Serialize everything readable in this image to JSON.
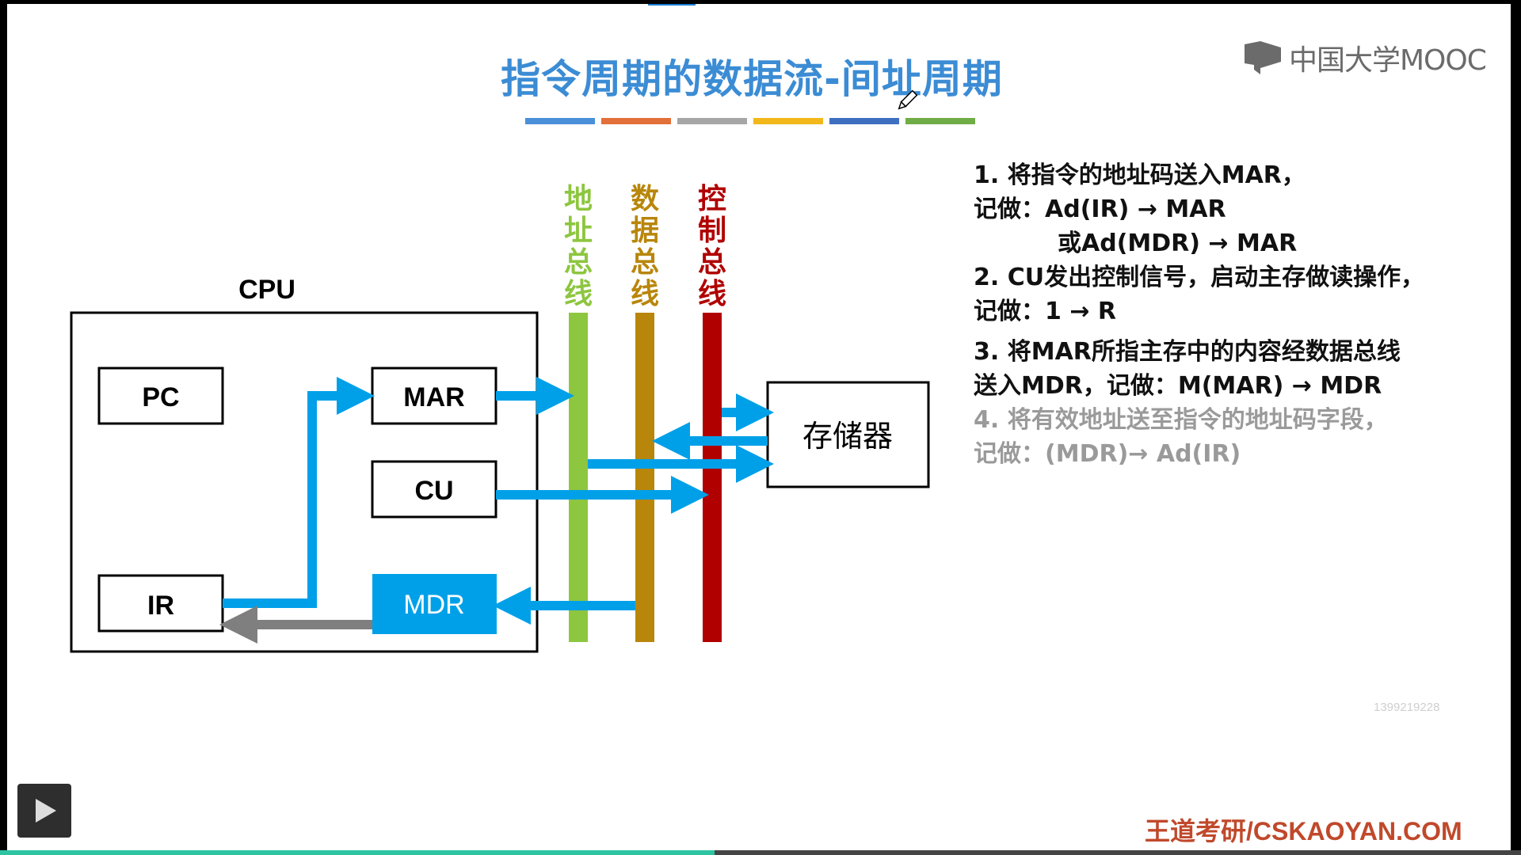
{
  "slide": {
    "title": "指令周期的数据流-间址周期",
    "logo_text": "中国大学MOOC",
    "title_underline_colors": [
      "#4a90d9",
      "#e2703a",
      "#a6a6a6",
      "#f2b81b",
      "#3f6fc0",
      "#70ad47"
    ],
    "diagram": {
      "cpu_label": "CPU",
      "registers": {
        "pc": "PC",
        "mar": "MAR",
        "cu": "CU",
        "ir": "IR",
        "mdr": "MDR"
      },
      "memory_label": "存储器",
      "buses": [
        {
          "label": "地址总线",
          "color": "#8dc63f"
        },
        {
          "label": "数据总线",
          "color": "#b8860b"
        },
        {
          "label": "控制总线",
          "color": "#b00000"
        }
      ],
      "arrow_color": "#00a0e9",
      "return_arrow_color": "#7f7f7f"
    },
    "steps": {
      "s1_line1": "1. 将指令的地址码送入MAR，",
      "s1_line2": "记做：Ad(IR) → MAR",
      "s1_line3": "或Ad(MDR) → MAR",
      "s2_line1": "2. CU发出控制信号，启动主存做读操作，",
      "s2_line2": "记做：1 → R",
      "s3_line1": "3. 将MAR所指主存中的内容经数据总线",
      "s3_line2": "送入MDR，记做：M(MAR) → MDR",
      "s4_line1": "4. 将有效地址送至指令的地址码字段，",
      "s4_line2": "记做：(MDR)→ Ad(IR)"
    },
    "watermark_id": "1399219228",
    "footer_brand": "王道考研/CSKAOYAN.COM"
  },
  "player": {
    "play_icon": "play-icon",
    "progress": 0.47
  }
}
